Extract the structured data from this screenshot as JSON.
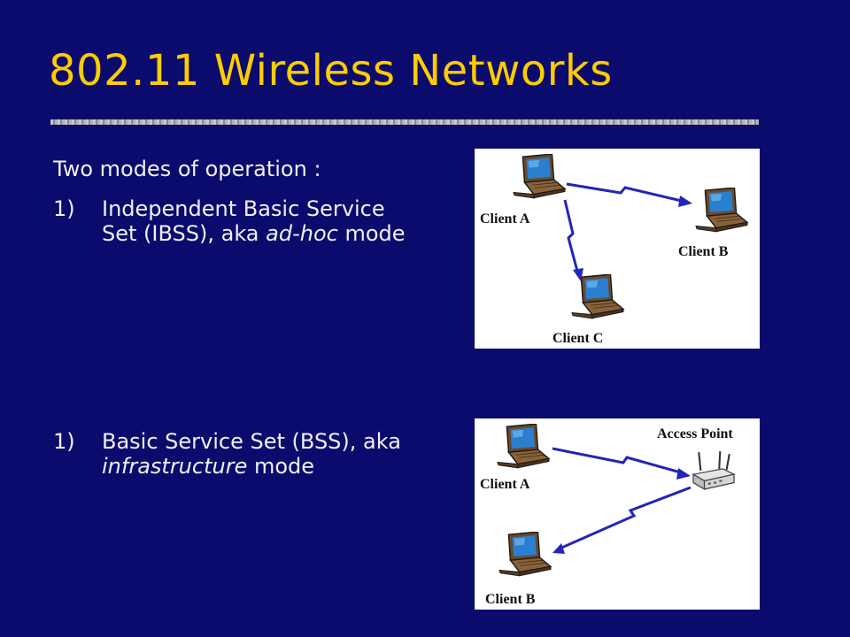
{
  "slide": {
    "title": "802.11 Wireless Networks",
    "intro": "Two modes of operation :",
    "items": [
      {
        "number": "1)",
        "text_before": "Independent Basic Service Set (IBSS), aka ",
        "emphasis": "ad-hoc",
        "text_after": " mode"
      },
      {
        "number": "1)",
        "text_before": "Basic Service Set (BSS), aka ",
        "emphasis": "infrastructure",
        "text_after": " mode"
      }
    ]
  },
  "diagrams": {
    "ibss": {
      "client_a": "Client A",
      "client_b": "Client B",
      "client_c": "Client C"
    },
    "bss": {
      "access_point": "Access Point",
      "client_a": "Client A",
      "client_b": "Client B"
    }
  },
  "colors": {
    "background": "#0b0b6e",
    "title": "#ffcc00",
    "text": "#f0f0f0",
    "link_arrow": "#2424b8"
  }
}
